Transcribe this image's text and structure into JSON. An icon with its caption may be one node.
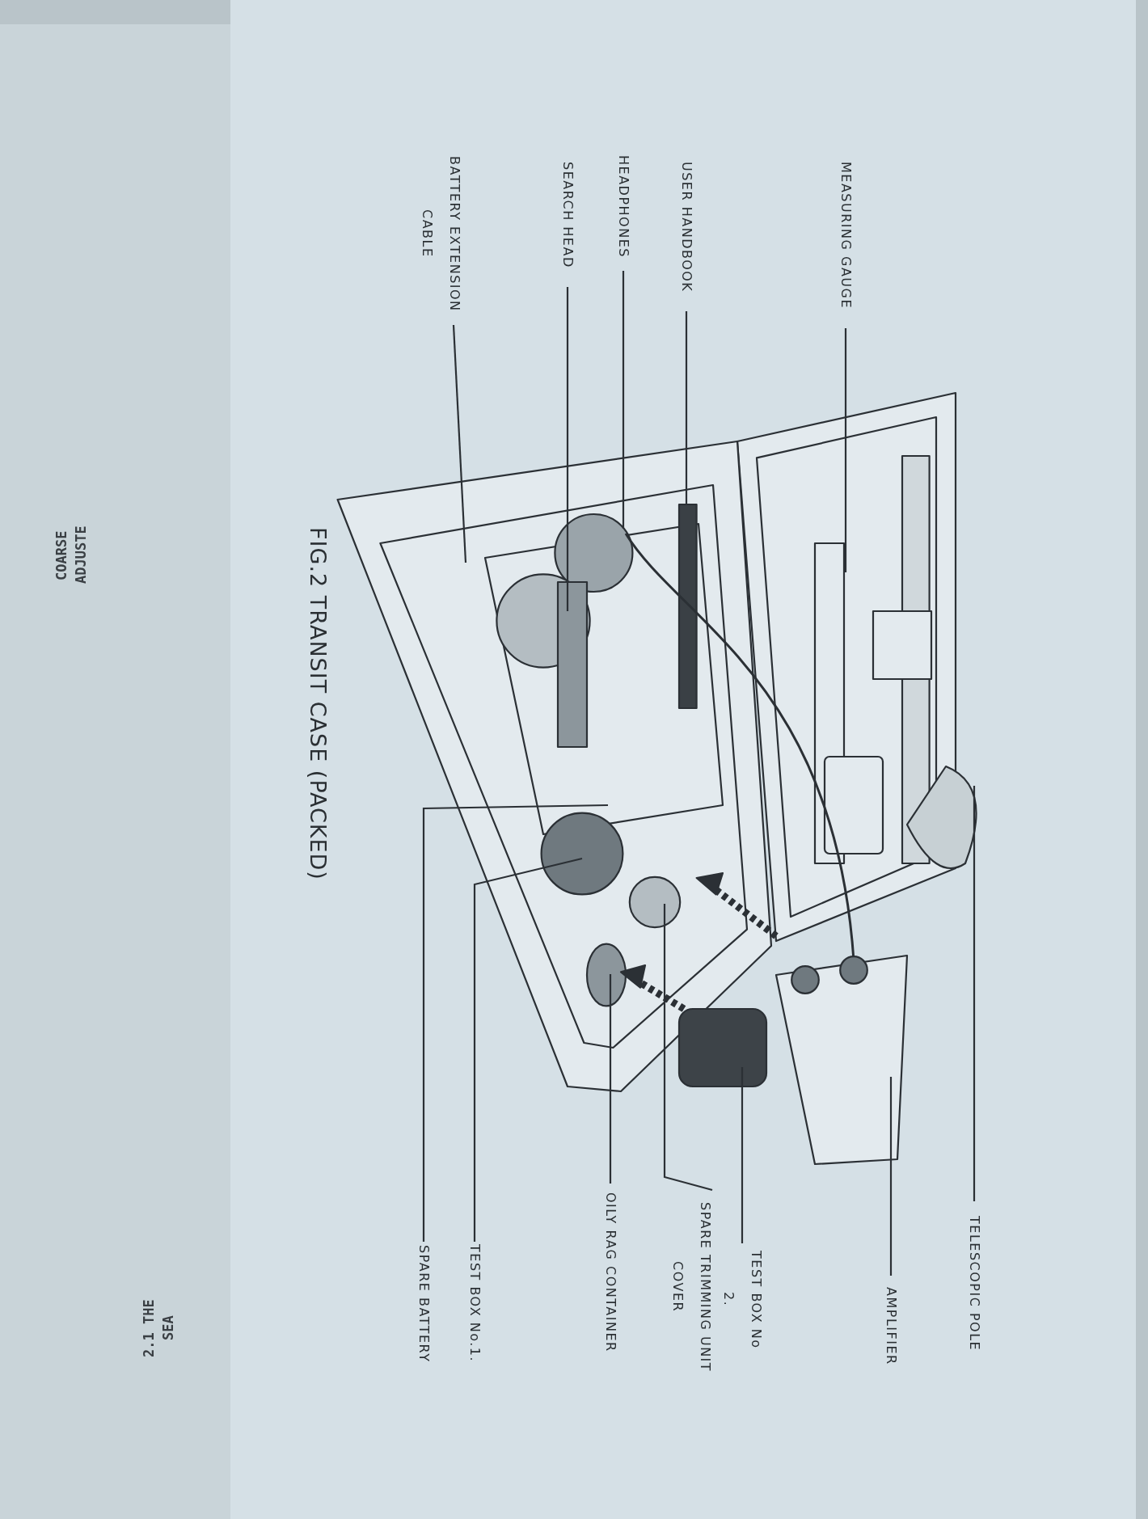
{
  "diagram": {
    "title": "FIG.2 TRANSIT CASE (PACKED)",
    "nodes": [
      {
        "text": [
          "MEASURING GAUGE"
        ]
      },
      {
        "text": [
          "USER HANDBOOK"
        ]
      },
      {
        "text": [
          "HEADPHONES"
        ]
      },
      {
        "text": [
          "SEARCH HEAD"
        ]
      },
      {
        "text": [
          "BATTERY EXTENSION CABLE"
        ]
      },
      {
        "text": [
          "TELESCOPIC POLE"
        ]
      },
      {
        "text": [
          "AMPLIFIER"
        ]
      },
      {
        "text": [
          "TEST BOX No 2."
        ]
      },
      {
        "text": [
          "SPARE TRIMMING UNIT COVER"
        ]
      },
      {
        "text": [
          "OILY RAG CONTAINER"
        ]
      },
      {
        "text": [
          "TEST BOX No.1."
        ]
      },
      {
        "text": [
          "SPARE BATTERY"
        ]
      }
    ],
    "edges": [
      {
        "from": 0,
        "to": null,
        "arrow": "none"
      },
      {
        "from": 1,
        "to": null,
        "arrow": "none"
      },
      {
        "from": 2,
        "to": null,
        "arrow": "none"
      },
      {
        "from": 3,
        "to": null,
        "arrow": "none"
      },
      {
        "from": 4,
        "to": null,
        "arrow": "none"
      },
      {
        "from": 5,
        "to": null,
        "arrow": "none"
      },
      {
        "from": 6,
        "to": null,
        "arrow": "none"
      },
      {
        "from": 7,
        "to": null,
        "arrow": "none"
      },
      {
        "from": 8,
        "to": null,
        "arrow": "none"
      },
      {
        "from": 9,
        "to": null,
        "arrow": "none"
      },
      {
        "from": 10,
        "to": null,
        "arrow": "none"
      },
      {
        "from": 11,
        "to": null,
        "arrow": "none"
      }
    ],
    "labels": [
      "COARSE ADJUSTE",
      "2.1 THE SEA"
    ]
  }
}
